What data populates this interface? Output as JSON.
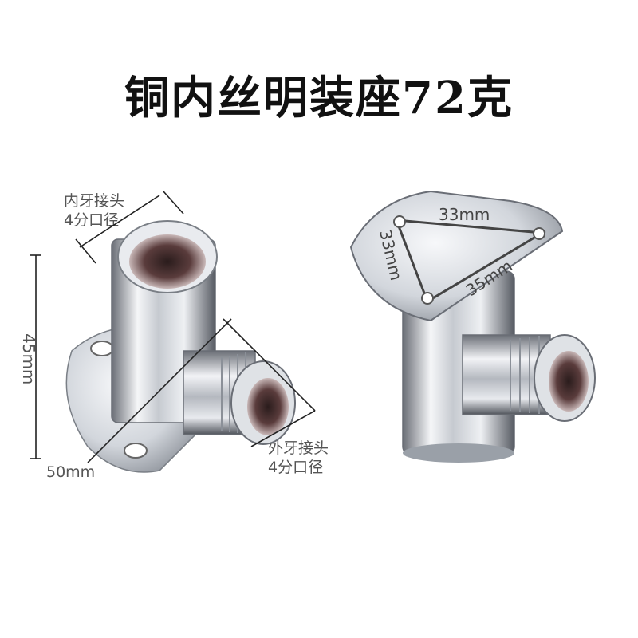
{
  "title": "铜内丝明装座72克",
  "labels": {
    "inner_thread_line1": "内牙接头",
    "inner_thread_line2": "4分口径",
    "outer_thread_line1": "外牙接头",
    "outer_thread_line2": "4分口径",
    "height": "45mm",
    "width": "50mm",
    "plate_top": "33mm",
    "plate_left": "33mm",
    "plate_right": "35mm"
  },
  "colors": {
    "chrome_light": "#f2f4f7",
    "chrome_mid": "#b9bec6",
    "chrome_dark": "#5c6068",
    "dim_line": "#222222"
  }
}
